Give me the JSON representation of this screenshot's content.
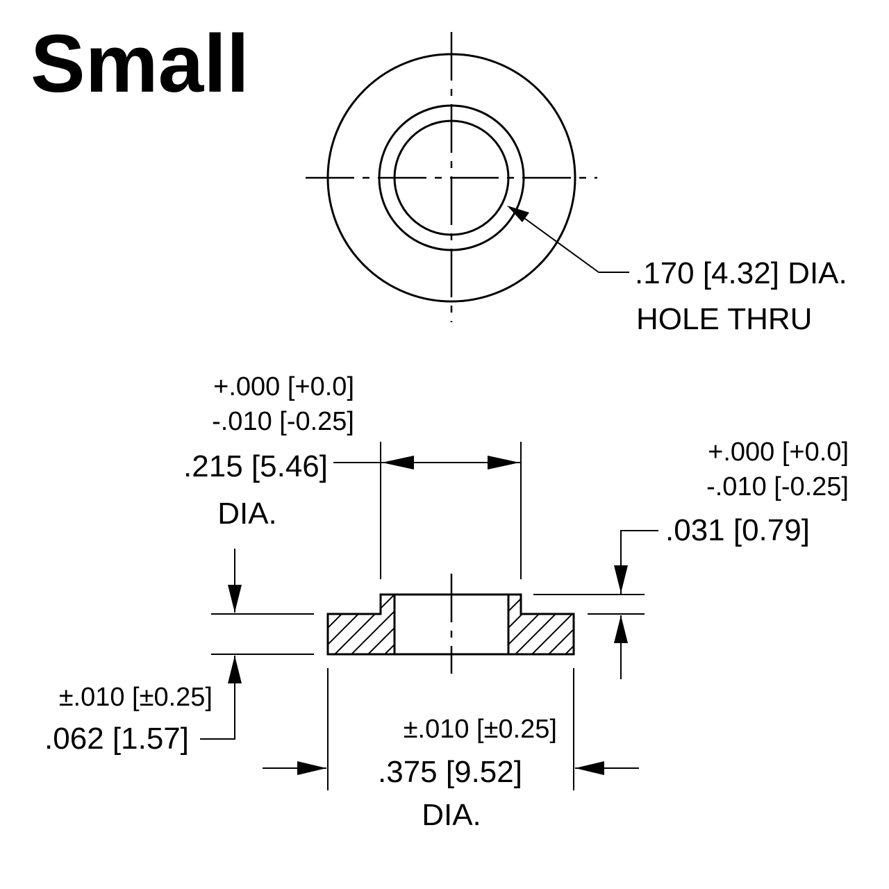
{
  "title": "Small",
  "hole_callout": {
    "line1": ".170 [4.32] DIA.",
    "line2": "HOLE THRU"
  },
  "shoulder_diameter": {
    "tol_plus": "+.000 [+0.0]",
    "tol_minus": "-.010 [-0.25]",
    "value": ".215 [5.46]",
    "suffix": "DIA."
  },
  "shoulder_height": {
    "tol_plus": "+.000 [+0.0]",
    "tol_minus": "-.010 [-0.25]",
    "value": ".031 [0.79]"
  },
  "flange_thickness": {
    "tol": "±.010 [±0.25]",
    "value": ".062 [1.57]"
  },
  "outer_diameter": {
    "tol": "±.010 [±0.25]",
    "value": ".375 [9.52]",
    "suffix": "DIA."
  }
}
